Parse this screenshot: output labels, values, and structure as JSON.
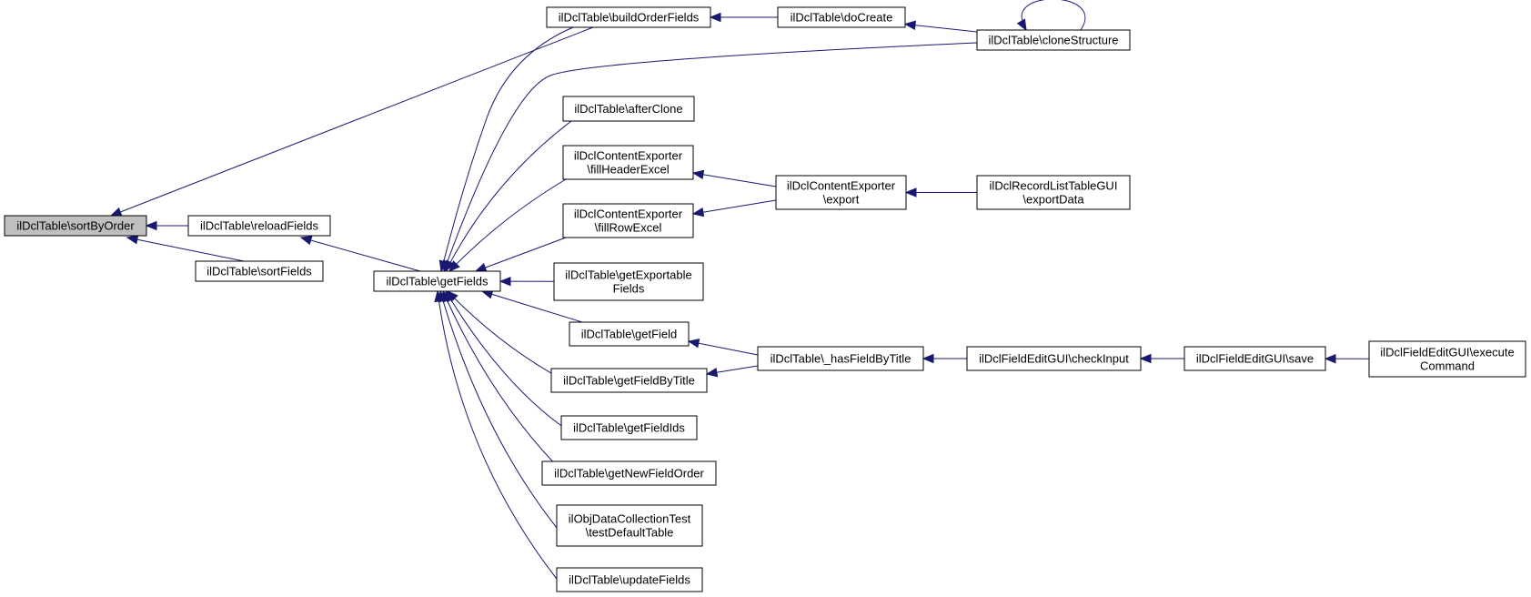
{
  "colors": {
    "edge": "#191970",
    "node_border": "#000000",
    "node_fill": "#ffffff",
    "highlight_fill": "#bfbfbf"
  },
  "nodes": [
    {
      "id": "sortByOrder",
      "lines": [
        "ilDclTable\\sortByOrder"
      ],
      "highlight": true
    },
    {
      "id": "reloadFields",
      "lines": [
        "ilDclTable\\reloadFields"
      ]
    },
    {
      "id": "sortFields",
      "lines": [
        "ilDclTable\\sortFields"
      ]
    },
    {
      "id": "getFields",
      "lines": [
        "ilDclTable\\getFields"
      ]
    },
    {
      "id": "buildOrderFields",
      "lines": [
        "ilDclTable\\buildOrderFields"
      ]
    },
    {
      "id": "doCreate",
      "lines": [
        "ilDclTable\\doCreate"
      ]
    },
    {
      "id": "cloneStructure",
      "lines": [
        "ilDclTable\\cloneStructure"
      ]
    },
    {
      "id": "afterClone",
      "lines": [
        "ilDclTable\\afterClone"
      ]
    },
    {
      "id": "fillHeaderExcel",
      "lines": [
        "ilDclContentExporter",
        "\\fillHeaderExcel"
      ]
    },
    {
      "id": "fillRowExcel",
      "lines": [
        "ilDclContentExporter",
        "\\fillRowExcel"
      ]
    },
    {
      "id": "export",
      "lines": [
        "ilDclContentExporter",
        "\\export"
      ]
    },
    {
      "id": "exportData",
      "lines": [
        "ilDclRecordListTableGUI",
        "\\exportData"
      ]
    },
    {
      "id": "getExportableFields",
      "lines": [
        "ilDclTable\\getExportable",
        "Fields"
      ]
    },
    {
      "id": "getField",
      "lines": [
        "ilDclTable\\getField"
      ]
    },
    {
      "id": "getFieldByTitle",
      "lines": [
        "ilDclTable\\getFieldByTitle"
      ]
    },
    {
      "id": "hasFieldByTitle",
      "lines": [
        "ilDclTable\\_hasFieldByTitle"
      ]
    },
    {
      "id": "checkInput",
      "lines": [
        "ilDclFieldEditGUI\\checkInput"
      ]
    },
    {
      "id": "save",
      "lines": [
        "ilDclFieldEditGUI\\save"
      ]
    },
    {
      "id": "executeCommand",
      "lines": [
        "ilDclFieldEditGUI\\execute",
        "Command"
      ]
    },
    {
      "id": "getFieldIds",
      "lines": [
        "ilDclTable\\getFieldIds"
      ]
    },
    {
      "id": "getNewFieldOrder",
      "lines": [
        "ilDclTable\\getNewFieldOrder"
      ]
    },
    {
      "id": "testDefaultTable",
      "lines": [
        "ilObjDataCollectionTest",
        "\\testDefaultTable"
      ]
    },
    {
      "id": "updateFields",
      "lines": [
        "ilDclTable\\updateFields"
      ]
    }
  ],
  "edges": [
    {
      "from": "reloadFields",
      "to": "sortByOrder"
    },
    {
      "from": "sortFields",
      "to": "sortByOrder"
    },
    {
      "from": "buildOrderFields",
      "to": "sortByOrder"
    },
    {
      "from": "getFields",
      "to": "reloadFields"
    },
    {
      "from": "doCreate",
      "to": "buildOrderFields"
    },
    {
      "from": "cloneStructure",
      "to": "doCreate"
    },
    {
      "from": "cloneStructure",
      "to": "cloneStructure"
    },
    {
      "from": "buildOrderFields",
      "to": "getFields"
    },
    {
      "from": "cloneStructure",
      "to": "getFields"
    },
    {
      "from": "afterClone",
      "to": "getFields"
    },
    {
      "from": "fillHeaderExcel",
      "to": "getFields"
    },
    {
      "from": "fillRowExcel",
      "to": "getFields"
    },
    {
      "from": "getExportableFields",
      "to": "getFields"
    },
    {
      "from": "getField",
      "to": "getFields"
    },
    {
      "from": "getFieldByTitle",
      "to": "getFields"
    },
    {
      "from": "getFieldIds",
      "to": "getFields"
    },
    {
      "from": "getNewFieldOrder",
      "to": "getFields"
    },
    {
      "from": "testDefaultTable",
      "to": "getFields"
    },
    {
      "from": "updateFields",
      "to": "getFields"
    },
    {
      "from": "export",
      "to": "fillHeaderExcel"
    },
    {
      "from": "export",
      "to": "fillRowExcel"
    },
    {
      "from": "exportData",
      "to": "export"
    },
    {
      "from": "hasFieldByTitle",
      "to": "getField"
    },
    {
      "from": "hasFieldByTitle",
      "to": "getFieldByTitle"
    },
    {
      "from": "checkInput",
      "to": "hasFieldByTitle"
    },
    {
      "from": "save",
      "to": "checkInput"
    },
    {
      "from": "executeCommand",
      "to": "save"
    }
  ]
}
